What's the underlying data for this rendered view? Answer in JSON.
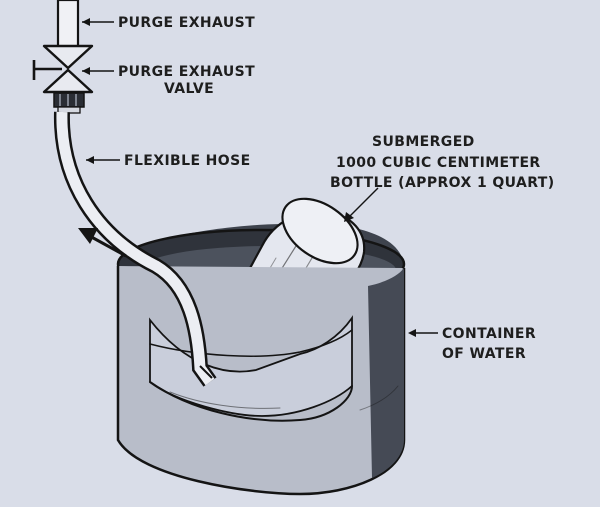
{
  "labels": {
    "purge_exhaust": "PURGE EXHAUST",
    "valve_line1": "PURGE EXHAUST",
    "valve_line2": "VALVE",
    "flexible_hose": "FLEXIBLE HOSE",
    "bottle_line1": "SUBMERGED",
    "bottle_line2": "1000 CUBIC CENTIMETER",
    "bottle_line3": "BOTTLE (APPROX 1 QUART)",
    "container_line1": "CONTAINER",
    "container_line2": "OF WATER"
  },
  "colors": {
    "background": "#d9dde8",
    "ink": "#141414",
    "container_wall": "#9aa0ad",
    "container_dark": "#3e434d",
    "water": "#c9cedb",
    "bottle": "#e4e7ef"
  }
}
